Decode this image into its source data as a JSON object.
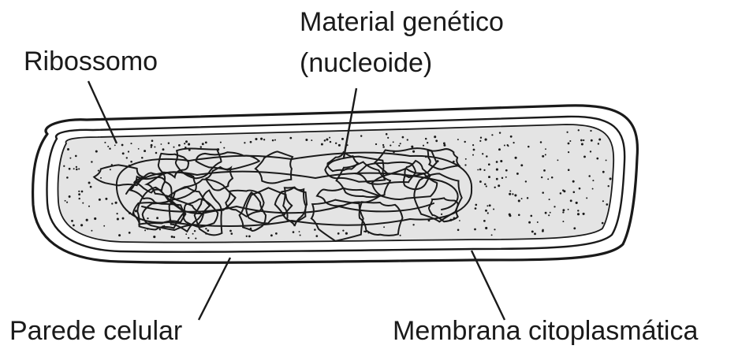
{
  "labels": {
    "ribossomo": "Ribossomo",
    "material_genetico": "Material genético",
    "nucleoide": "(nucleoide)",
    "parede_celular": "Parede celular",
    "membrana_citoplasmatica": "Membrana citoplasmática"
  },
  "colors": {
    "line": "#1a1a1a",
    "cytoplasm": "#e4e4e4",
    "background": "#ffffff"
  }
}
